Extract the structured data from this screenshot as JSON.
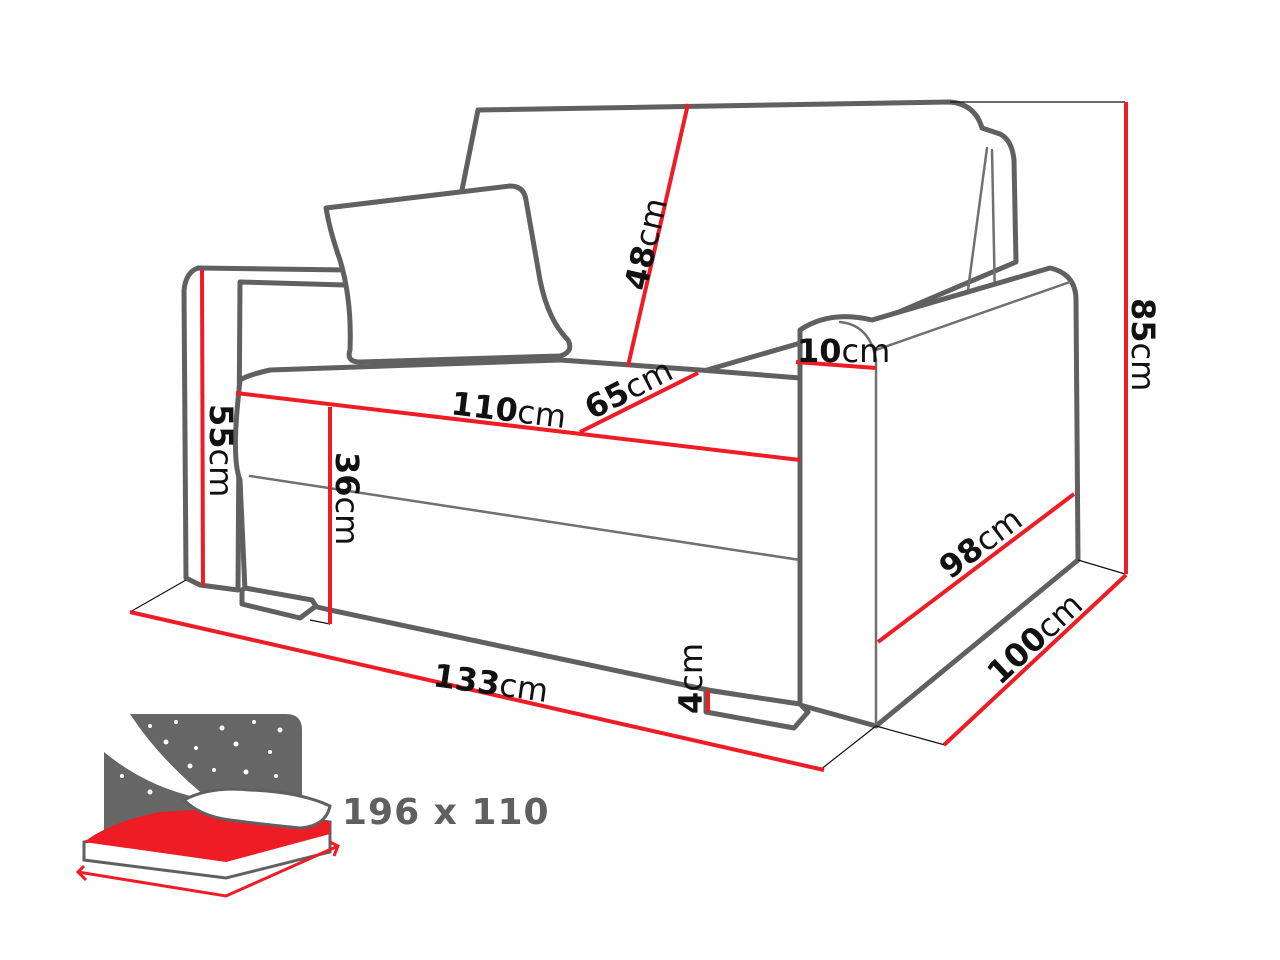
{
  "diagram": {
    "subject": "two-seat sofa bed dimensions",
    "unit": "cm",
    "colors": {
      "outline": "#606060",
      "dimension_line": "#ee1c25",
      "text": "#111111",
      "bed_sheet": "#ee1c25",
      "night_sky": "#666666"
    },
    "dimensions": {
      "back_height": {
        "value": "48",
        "unit": "cm"
      },
      "armrest_width": {
        "value": "10",
        "unit": "cm"
      },
      "total_height": {
        "value": "85",
        "unit": "cm"
      },
      "seat_width": {
        "value": "110",
        "unit": "cm"
      },
      "seat_depth": {
        "value": "65",
        "unit": "cm"
      },
      "arm_height": {
        "value": "55",
        "unit": "cm"
      },
      "seat_height": {
        "value": "36",
        "unit": "cm"
      },
      "inner_depth": {
        "value": "98",
        "unit": "cm"
      },
      "total_depth": {
        "value": "100",
        "unit": "cm"
      },
      "total_width": {
        "value": "133",
        "unit": "cm"
      },
      "leg_height": {
        "value": "4",
        "unit": "cm"
      }
    },
    "sleeping_area": {
      "label": "196 x 110",
      "icon": "bed-night-icon"
    }
  }
}
